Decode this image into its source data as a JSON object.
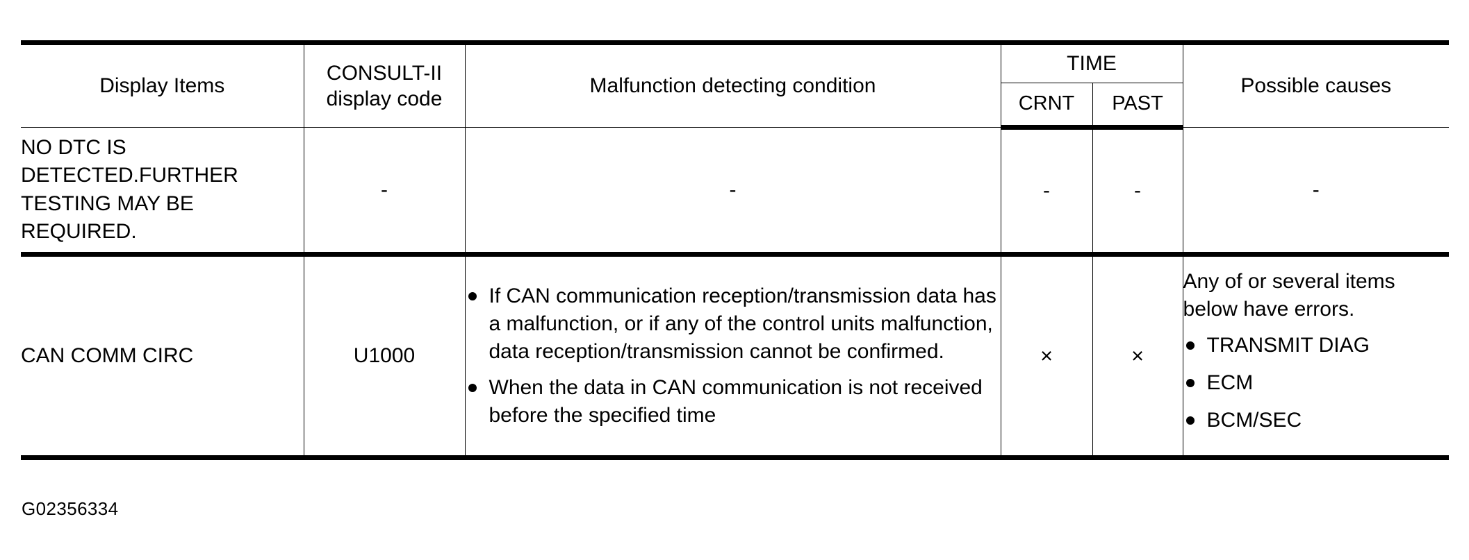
{
  "figure": {
    "id_label": "G02356334"
  },
  "table": {
    "headers": {
      "display_items": "Display Items",
      "consult_code_line1": "CONSULT-II",
      "consult_code_line2": "display code",
      "malfunction": "Malfunction detecting condition",
      "time_group": "TIME",
      "time_crnt": "CRNT",
      "time_past": "PAST",
      "possible_causes": "Possible causes"
    },
    "rows": [
      {
        "display_item": "NO DTC IS\nDETECTED.FURTHER\nTESTING MAY BE\nREQUIRED.",
        "consult_code": "-",
        "malfunction_text": "-",
        "malfunction_bullets": [],
        "crnt": "-",
        "past": "-",
        "cause_lead": "-",
        "cause_bullets": []
      },
      {
        "display_item": "CAN COMM CIRC",
        "consult_code": "U1000",
        "malfunction_text": "",
        "malfunction_bullets": [
          "If CAN communication reception/transmission data has a malfunction, or if any of the control units malfunction, data reception/transmission cannot be confirmed.",
          "When the data in CAN communication is not received before the specified time"
        ],
        "crnt": "×",
        "past": "×",
        "cause_lead": "Any of or several items below have errors.",
        "cause_bullets": [
          "TRANSMIT DIAG",
          "ECM",
          "BCM/SEC"
        ]
      }
    ]
  },
  "colors": {
    "ink": "#000000",
    "paper": "#ffffff"
  }
}
